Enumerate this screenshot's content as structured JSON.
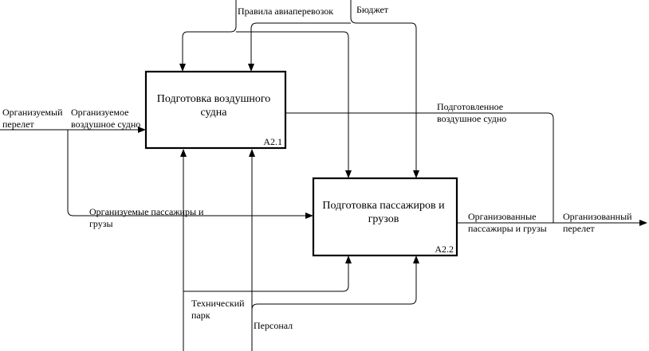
{
  "boxes": [
    {
      "title_lines": [
        "Подготовка воздушного",
        "судна"
      ],
      "id": "A2.1"
    },
    {
      "title_lines": [
        "Подготовка пассажиров и",
        "грузов"
      ],
      "id": "A2.2"
    }
  ],
  "arrows": {
    "rules": "Правила авиаперевозок",
    "budget": "Бюджет",
    "input_flight": [
      "Организуемый",
      "перелет"
    ],
    "input_aircraft": [
      "Организуемое",
      "воздушное судно"
    ],
    "input_passengers": [
      "Организуемые пассажиры и",
      "грузы"
    ],
    "output_aircraft": [
      "Подготовленное",
      "воздушное судно"
    ],
    "output_passengers": [
      "Организованные",
      "пассажиры и грузы"
    ],
    "output_flight": [
      "Организованный",
      "перелет"
    ],
    "mech_park": [
      "Технический",
      "парк"
    ],
    "mech_staff": "Персонал"
  }
}
